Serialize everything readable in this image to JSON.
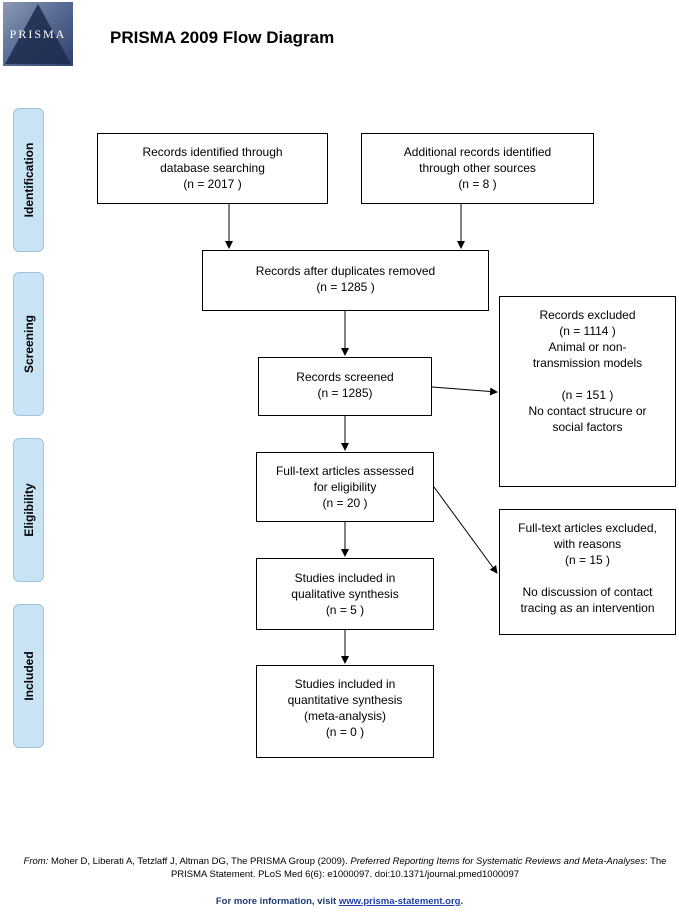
{
  "header": {
    "logo_text": "PRISMA",
    "title": "PRISMA 2009 Flow Diagram"
  },
  "stages": {
    "identification": "Identification",
    "screening": "Screening",
    "eligibility": "Eligibility",
    "included": "Included"
  },
  "boxes": {
    "records_identified": {
      "lines": [
        "Records identified through",
        "database searching",
        "(n = 2017 )"
      ]
    },
    "additional_records": {
      "lines": [
        "Additional records identified",
        "through other sources",
        "(n = 8 )"
      ]
    },
    "duplicates_removed": {
      "lines": [
        "Records after duplicates removed",
        "(n = 1285 )"
      ]
    },
    "records_screened": {
      "lines": [
        "Records screened",
        "(n = 1285)"
      ]
    },
    "records_excluded": {
      "lines": [
        "Records excluded",
        "(n = 1114 )",
        "Animal or non-",
        "transmission models",
        "",
        "(n = 151 )",
        "No contact strucure or",
        "social factors"
      ]
    },
    "fulltext_assessed": {
      "lines": [
        "Full-text articles assessed",
        "for eligibility",
        "(n = 20 )"
      ]
    },
    "fulltext_excluded": {
      "lines": [
        "Full-text articles excluded,",
        "with reasons",
        "(n = 15 )",
        "",
        "No discussion of contact",
        "tracing as an intervention"
      ]
    },
    "qualitative": {
      "lines": [
        "Studies included in",
        "qualitative synthesis",
        "(n = 5 )"
      ]
    },
    "quantitative": {
      "lines": [
        "Studies included in",
        "quantitative synthesis",
        "(meta-analysis)",
        "(n = 0 )"
      ]
    }
  },
  "footer": {
    "from_label": "From:",
    "citation_1": "Moher D, Liberati A, Tetzlaff J, Altman DG, The PRISMA Group (2009). ",
    "citation_2": "Preferred Reporting Items for Systematic Reviews and Meta-Analyses",
    "citation_3": ": The PRISMA Statement. PLoS Med 6(6): e1000097. doi:10.1371/journal.pmed1000097",
    "info_prefix": "For more information, visit ",
    "info_link": "www.prisma-statement.org",
    "info_suffix": "."
  },
  "colors": {
    "stage_fill": "#c7e3f4",
    "link": "#1f3ea8"
  }
}
